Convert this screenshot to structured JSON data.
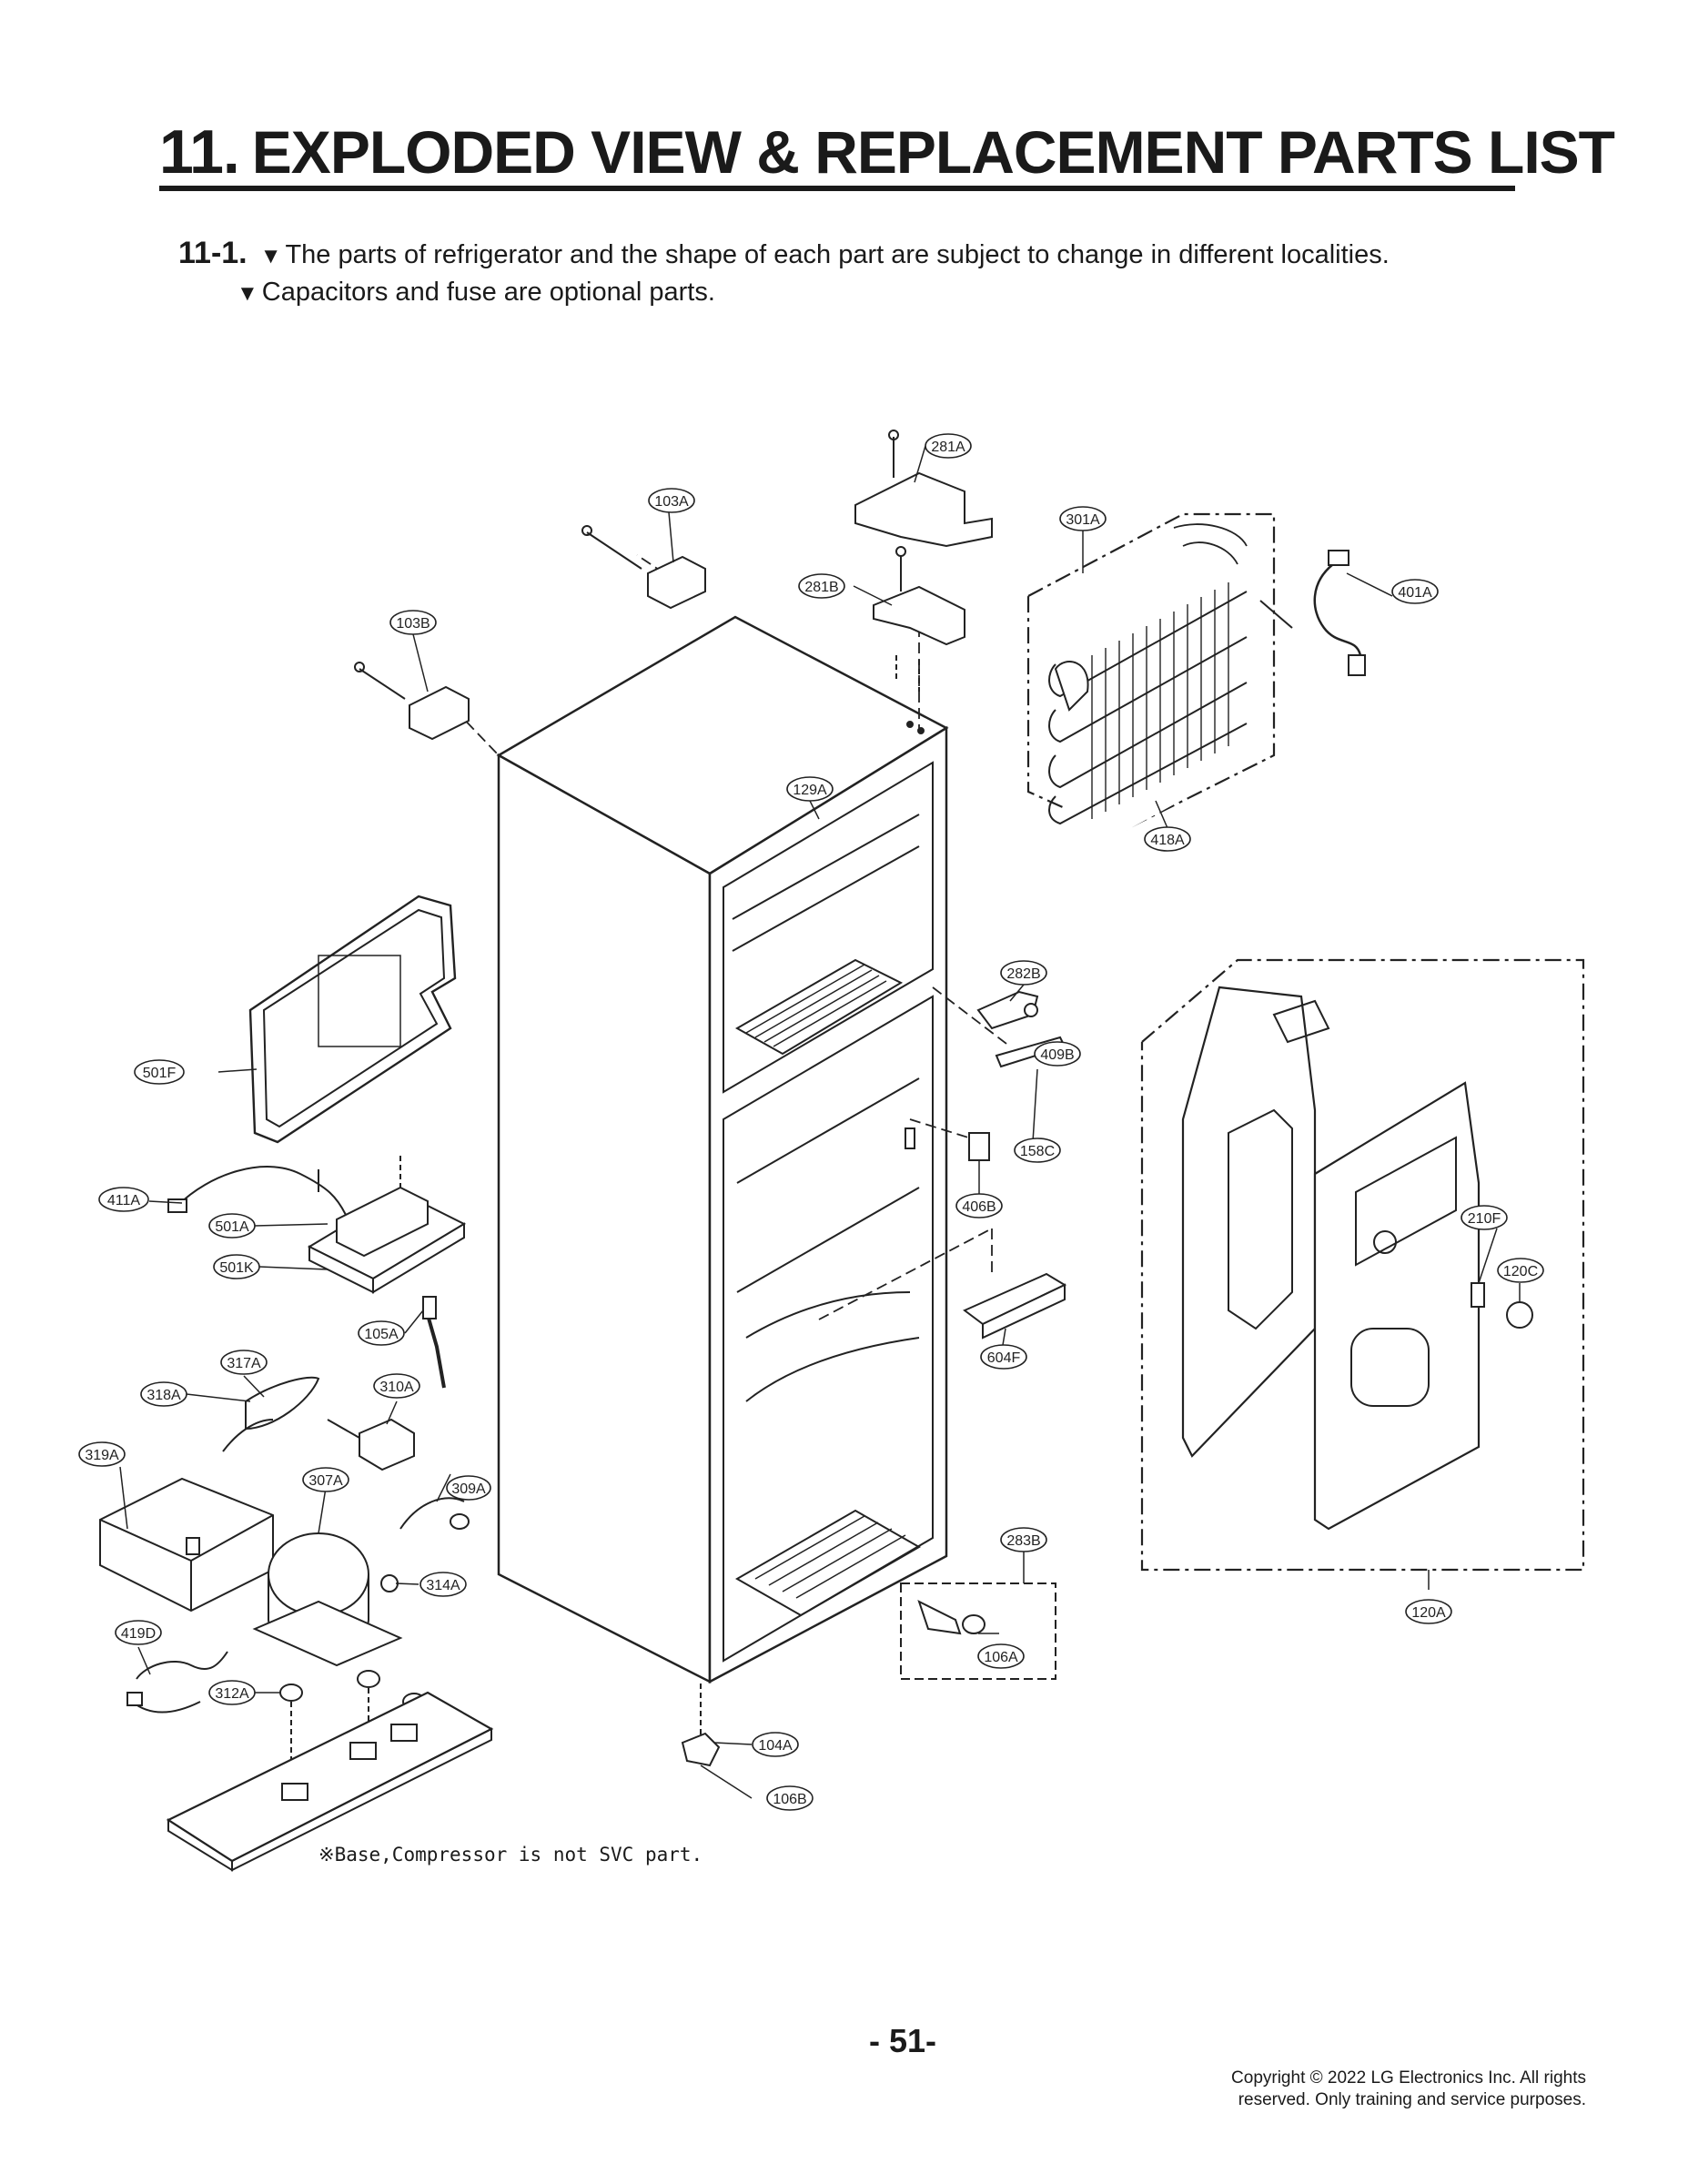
{
  "header": {
    "section_number": "11.",
    "title": "EXPLODED VIEW & REPLACEMENT PARTS LIST"
  },
  "subsection": {
    "number": "11-1.",
    "note_1": "The parts of refrigerator and the shape of each part are subject to change in different localities.",
    "note_2": "Capacitors and fuse are optional parts.",
    "bullet": "▼"
  },
  "callouts": {
    "c281A": "281A",
    "c103A": "103A",
    "c301A": "301A",
    "c281B": "281B",
    "c401A": "401A",
    "c103B": "103B",
    "c129A": "129A",
    "c418A": "418A",
    "c282B": "282B",
    "c409B": "409B",
    "c158C": "158C",
    "c501F": "501F",
    "c406B": "406B",
    "c411A": "411A",
    "c501A": "501A",
    "c501K": "501K",
    "c210F": "210F",
    "c120C": "120C",
    "c105A": "105A",
    "c604F": "604F",
    "c317A": "317A",
    "c318A": "318A",
    "c310A": "310A",
    "c319A": "319A",
    "c307A": "307A",
    "c309A": "309A",
    "c283B": "283B",
    "c314A": "314A",
    "c120A": "120A",
    "c419D": "419D",
    "c106A": "106A",
    "c312A": "312A",
    "c104A": "104A",
    "c106B": "106B"
  },
  "footer": {
    "svc_note": "※Base,Compressor is not SVC part.",
    "page_number": "- 51-",
    "copyright_line1": "Copyright © 2022 LG Electronics Inc. All rights",
    "copyright_line2": "reserved. Only training and service purposes."
  }
}
